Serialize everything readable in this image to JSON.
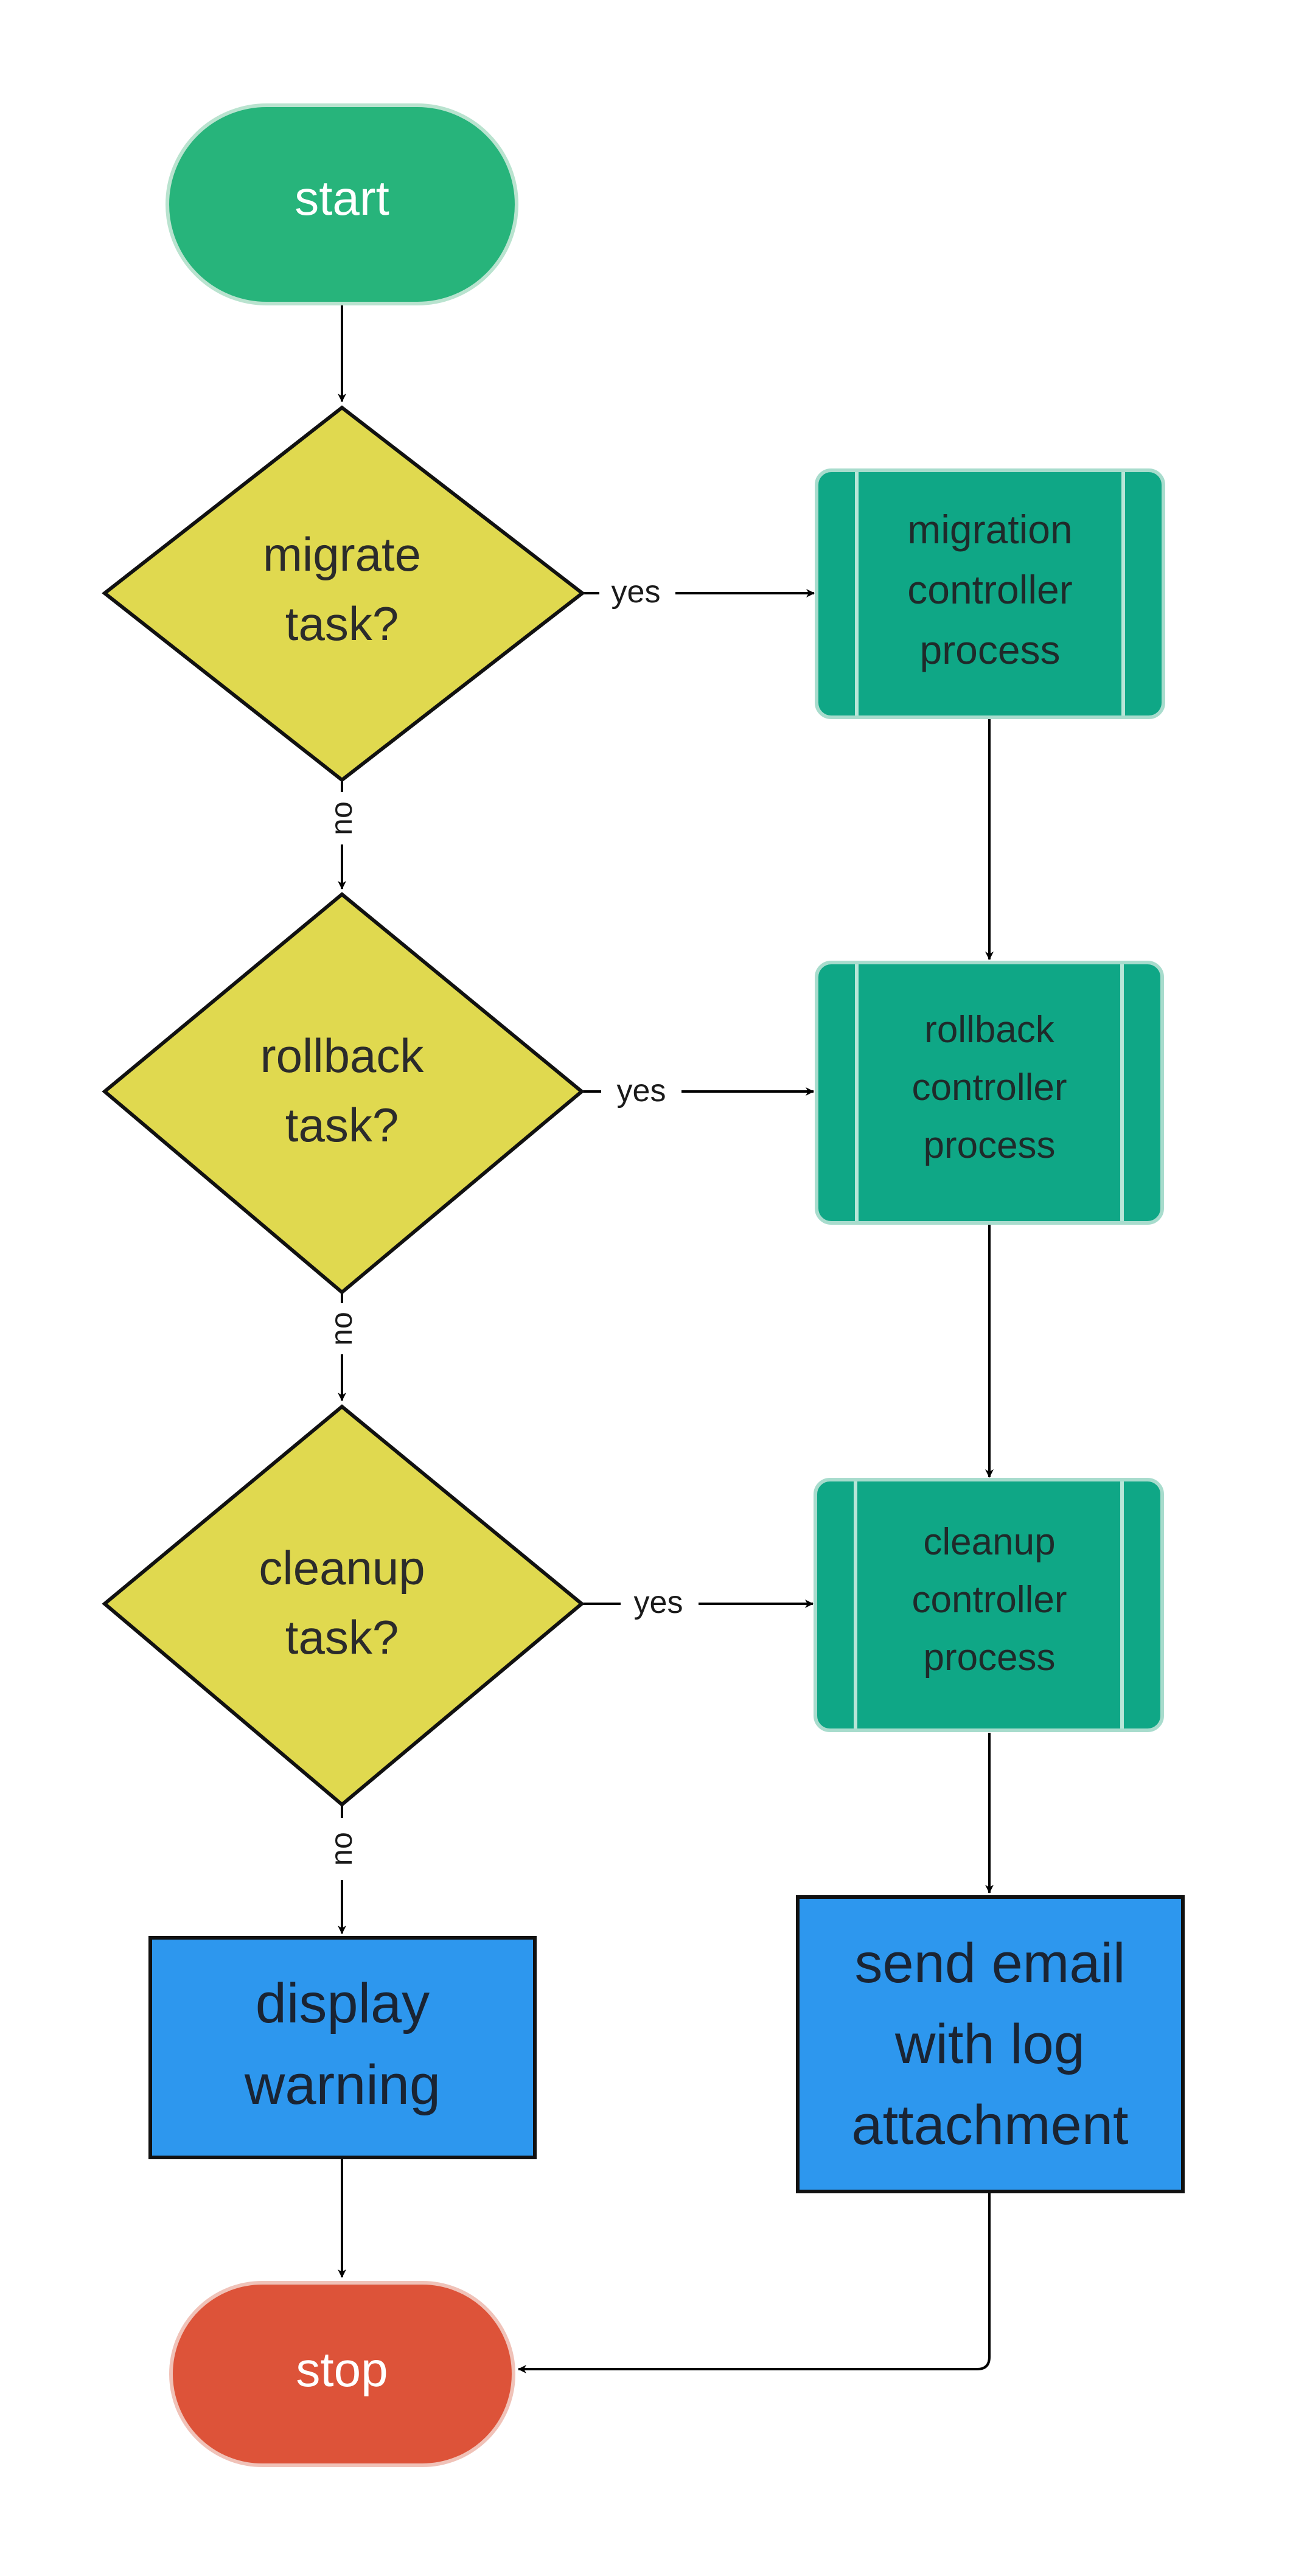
{
  "colors": {
    "terminal_start": "#27b47b",
    "terminal_stop": "#dd5339",
    "decision": "#e0d94f",
    "subprocess": "#0fa786",
    "process": "#2d97ee",
    "line": "#000000"
  },
  "nodes": {
    "start": {
      "lines": [
        "start"
      ]
    },
    "migrate_decision": {
      "lines": [
        "migrate",
        "task?"
      ]
    },
    "rollback_decision": {
      "lines": [
        "rollback",
        "task?"
      ]
    },
    "cleanup_decision": {
      "lines": [
        "cleanup",
        "task?"
      ]
    },
    "migration_process": {
      "lines": [
        "migration",
        "controller",
        "process"
      ]
    },
    "rollback_process": {
      "lines": [
        "rollback",
        "controller",
        "process"
      ]
    },
    "cleanup_process": {
      "lines": [
        "cleanup",
        "controller",
        "process"
      ]
    },
    "display_warning": {
      "lines": [
        "display",
        "warning"
      ]
    },
    "send_email": {
      "lines": [
        "send email",
        "with log",
        "attachment"
      ]
    },
    "stop": {
      "lines": [
        "stop"
      ]
    }
  },
  "edges": {
    "migrate_yes": "yes",
    "migrate_no": "no",
    "rollback_yes": "yes",
    "rollback_no": "no",
    "cleanup_yes": "yes",
    "cleanup_no": "no"
  }
}
